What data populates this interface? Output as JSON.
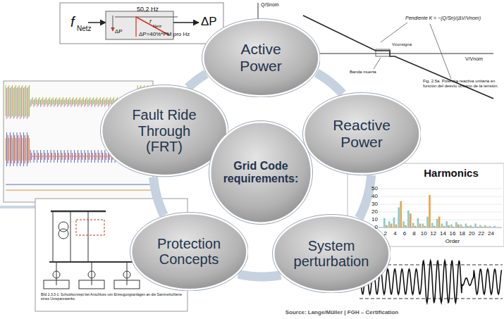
{
  "diagram": {
    "caption": "Source: Lange/Müller | FGH – Certification",
    "nodes": [
      {
        "text": [
          "Active Power"
        ]
      },
      {
        "text": [
          "Fault Ride Through (FRT)"
        ]
      },
      {
        "text": [
          "Reactive Power"
        ]
      },
      {
        "text": [
          "Grid Code requirements:"
        ]
      },
      {
        "text": [
          "Protection Concepts"
        ]
      },
      {
        "text": [
          "System perturbation"
        ]
      }
    ],
    "edges": [
      {
        "from": 0,
        "to": 2,
        "arrow": "none"
      },
      {
        "from": 2,
        "to": 5,
        "arrow": "none"
      },
      {
        "from": 5,
        "to": 4,
        "arrow": "none"
      },
      {
        "from": 4,
        "to": 1,
        "arrow": "none"
      },
      {
        "from": 1,
        "to": 0,
        "arrow": "none"
      }
    ],
    "labels": [
      "f",
      "Netz",
      "50,2 Hz",
      "f",
      "Netz",
      "ΔP",
      "ΔP=40%*PM pro Hz",
      "ΔP",
      "Q/Snom",
      "Pendiente K = −(Q/Sn)/(ΔV/Vnom)",
      "Vconsigna",
      "Banda muerta",
      "V/Vnom",
      "Fig. 2.5a. Potencia reactiva unitaria en función del desvío unitario de la tensión.",
      "Bild 2.3.3-1: Schutzkonzept bei Anschluss von Erzeugungsanlagen an die Sammelschiene eines Umspannwerks.",
      "Harmonics",
      "0",
      "10",
      "20",
      "30",
      "40",
      "50",
      "2",
      "4",
      "6",
      "8",
      "10",
      "12",
      "14",
      "16",
      "18",
      "20",
      "22",
      "24",
      "Order"
    ]
  }
}
